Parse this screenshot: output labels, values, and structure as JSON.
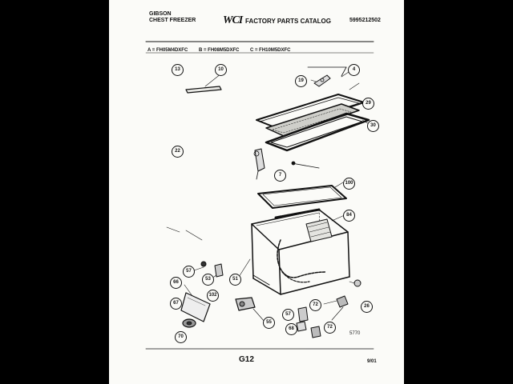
{
  "header": {
    "brand": "GIBSON",
    "product": "CHEST FREEZER",
    "logo": "WCI",
    "catalog": "FACTORY PARTS CATALOG",
    "part_number": "5995212502"
  },
  "models": {
    "a": "A = FH05M4DXFC",
    "b": "B = FH08M5DXFC",
    "c": "C = FH10M5DXFC"
  },
  "callouts": [
    "13",
    "10",
    "19",
    "4",
    "29",
    "30",
    "22",
    "7",
    "100",
    "84",
    "57",
    "53",
    "51",
    "66",
    "67",
    "102",
    "55",
    "57",
    "68",
    "72",
    "72",
    "26",
    "70"
  ],
  "footer": {
    "figure": "5770",
    "page_code": "G12",
    "date": "9/01"
  }
}
